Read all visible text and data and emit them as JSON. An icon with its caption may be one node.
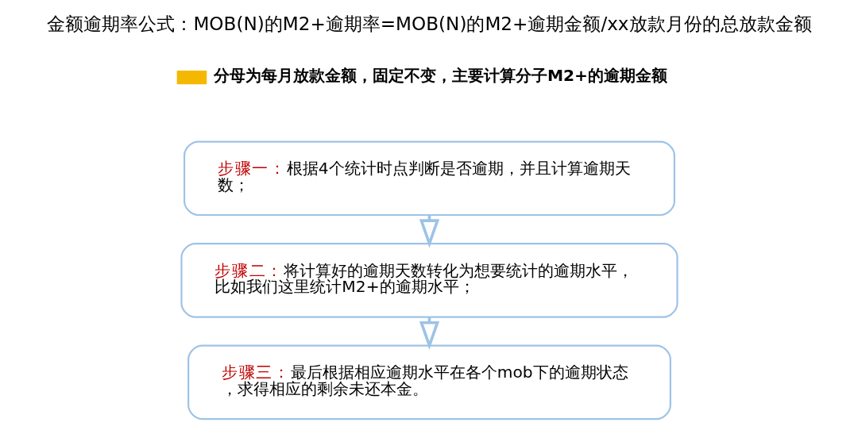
{
  "diagram": {
    "title": "金额逾期率公式：MOB(N)的M2+逾期率=MOB(N)的M2+逾期金额/xx放款月份的总放款金额",
    "nodes": [
      {
        "text": [
          "步骤一：",
          "根据4个统计时点判断是否逾期，并且计算逾期天数；"
        ]
      },
      {
        "text": [
          "步骤二：",
          "将计算好的逾期天数转化为想要统计的逾期水平，比如我们这里统计M2+的逾期水平；"
        ]
      },
      {
        "text": [
          "步骤三：",
          "最后根据相应逾期水平在各个mob下的逾期状态，求得相应的剩余未还本金。"
        ]
      }
    ],
    "edges": [
      {
        "from": 0,
        "to": 1,
        "arrow": "to"
      },
      {
        "from": 1,
        "to": 2,
        "arrow": "to"
      }
    ],
    "labels": [
      "分母为每月放款金额，固定不变，主要计算分子M2+的逾期金额"
    ]
  }
}
